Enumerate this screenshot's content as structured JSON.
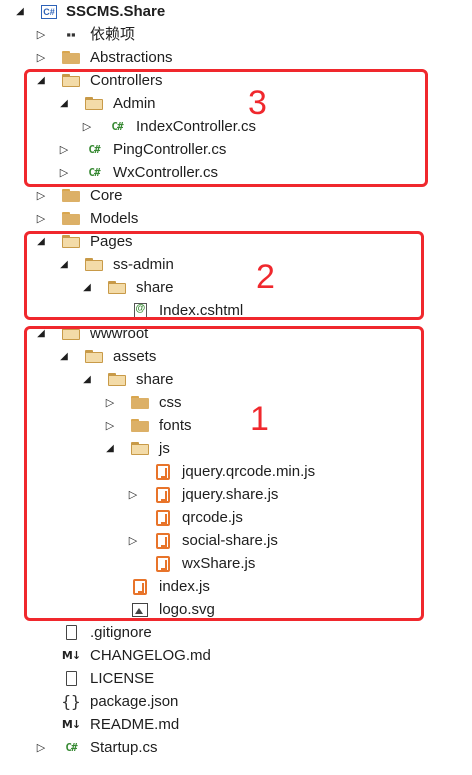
{
  "tree": [
    {
      "label": "SSCMS.Share",
      "icon": "project-icon",
      "arrow": "expanded",
      "indent": 0,
      "root": true
    },
    {
      "label": "依赖项",
      "icon": "dependencies-icon",
      "arrow": "collapsed",
      "indent": 1
    },
    {
      "label": "Abstractions",
      "icon": "folder-icon",
      "arrow": "collapsed",
      "indent": 1
    },
    {
      "label": "Controllers",
      "icon": "folder-open-icon",
      "arrow": "expanded",
      "indent": 1
    },
    {
      "label": "Admin",
      "icon": "folder-open-icon",
      "arrow": "expanded",
      "indent": 2
    },
    {
      "label": "IndexController.cs",
      "icon": "csharp-icon",
      "arrow": "collapsed",
      "indent": 3
    },
    {
      "label": "PingController.cs",
      "icon": "csharp-icon",
      "arrow": "collapsed",
      "indent": 2
    },
    {
      "label": "WxController.cs",
      "icon": "csharp-icon",
      "arrow": "collapsed",
      "indent": 2
    },
    {
      "label": "Core",
      "icon": "folder-icon",
      "arrow": "collapsed",
      "indent": 1
    },
    {
      "label": "Models",
      "icon": "folder-icon",
      "arrow": "collapsed",
      "indent": 1
    },
    {
      "label": "Pages",
      "icon": "folder-open-icon",
      "arrow": "expanded",
      "indent": 1
    },
    {
      "label": "ss-admin",
      "icon": "folder-open-icon",
      "arrow": "expanded",
      "indent": 2
    },
    {
      "label": "share",
      "icon": "folder-open-icon",
      "arrow": "expanded",
      "indent": 3
    },
    {
      "label": "Index.cshtml",
      "icon": "cshtml-icon",
      "arrow": "none",
      "indent": 4
    },
    {
      "label": "wwwroot",
      "icon": "folder-open-icon",
      "arrow": "expanded",
      "indent": 1
    },
    {
      "label": "assets",
      "icon": "folder-open-icon",
      "arrow": "expanded",
      "indent": 2
    },
    {
      "label": "share",
      "icon": "folder-open-icon",
      "arrow": "expanded",
      "indent": 3
    },
    {
      "label": "css",
      "icon": "folder-icon",
      "arrow": "collapsed",
      "indent": 4
    },
    {
      "label": "fonts",
      "icon": "folder-icon",
      "arrow": "collapsed",
      "indent": 4
    },
    {
      "label": "js",
      "icon": "folder-open-icon",
      "arrow": "expanded",
      "indent": 4
    },
    {
      "label": "jquery.qrcode.min.js",
      "icon": "javascript-icon",
      "arrow": "none",
      "indent": 5
    },
    {
      "label": "jquery.share.js",
      "icon": "javascript-icon",
      "arrow": "collapsed",
      "indent": 5
    },
    {
      "label": "qrcode.js",
      "icon": "javascript-icon",
      "arrow": "none",
      "indent": 5
    },
    {
      "label": "social-share.js",
      "icon": "javascript-icon",
      "arrow": "collapsed",
      "indent": 5
    },
    {
      "label": "wxShare.js",
      "icon": "javascript-icon",
      "arrow": "none",
      "indent": 5
    },
    {
      "label": "index.js",
      "icon": "javascript-icon",
      "arrow": "none",
      "indent": 4
    },
    {
      "label": "logo.svg",
      "icon": "image-icon",
      "arrow": "none",
      "indent": 4
    },
    {
      "label": ".gitignore",
      "icon": "file-icon",
      "arrow": "none",
      "indent": 1
    },
    {
      "label": "CHANGELOG.md",
      "icon": "markdown-icon",
      "arrow": "none",
      "indent": 1
    },
    {
      "label": "LICENSE",
      "icon": "file-icon",
      "arrow": "none",
      "indent": 1
    },
    {
      "label": "package.json",
      "icon": "json-icon",
      "arrow": "none",
      "indent": 1
    },
    {
      "label": "README.md",
      "icon": "markdown-icon",
      "arrow": "none",
      "indent": 1
    },
    {
      "label": "Startup.cs",
      "icon": "csharp-icon",
      "arrow": "collapsed",
      "indent": 1
    }
  ],
  "annotations": [
    {
      "label": "3",
      "color": "#f0282d"
    },
    {
      "label": "2",
      "color": "#f0282d"
    },
    {
      "label": "1",
      "color": "#f0282d"
    }
  ],
  "icon_glyphs": {
    "csharp": "C#",
    "markdown": "M↓",
    "json": "{}",
    "project": "C#",
    "dependencies": "▪▪"
  }
}
